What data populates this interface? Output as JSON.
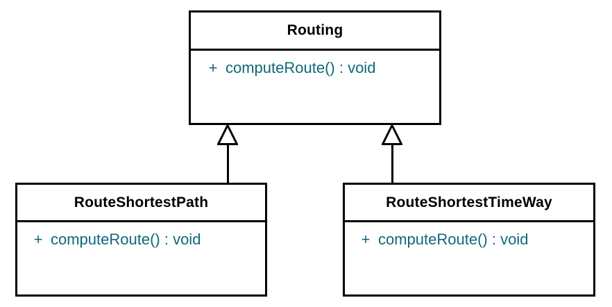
{
  "diagram": {
    "kind": "uml-class-diagram",
    "background_color": "#ffffff",
    "border_color": "#000000",
    "title_text_color": "#000000",
    "member_text_color": "#0d6878",
    "classes": [
      {
        "id": "routing",
        "name": "Routing",
        "members": [
          {
            "visibility": "+",
            "signature": "computeRoute() : void"
          }
        ]
      },
      {
        "id": "route-shortest-path",
        "name": "RouteShortestPath",
        "members": [
          {
            "visibility": "+",
            "signature": "computeRoute() : void"
          }
        ]
      },
      {
        "id": "route-shortest-time-way",
        "name": "RouteShortestTimeWay",
        "members": [
          {
            "visibility": "+",
            "signature": "computeRoute() : void"
          }
        ]
      }
    ],
    "relationships": [
      {
        "id": "gen-left",
        "type": "generalization",
        "from": "RouteShortestPath",
        "to": "Routing",
        "arrowhead": "hollow-triangle"
      },
      {
        "id": "gen-right",
        "type": "generalization",
        "from": "RouteShortestTimeWay",
        "to": "Routing",
        "arrowhead": "hollow-triangle"
      }
    ]
  }
}
